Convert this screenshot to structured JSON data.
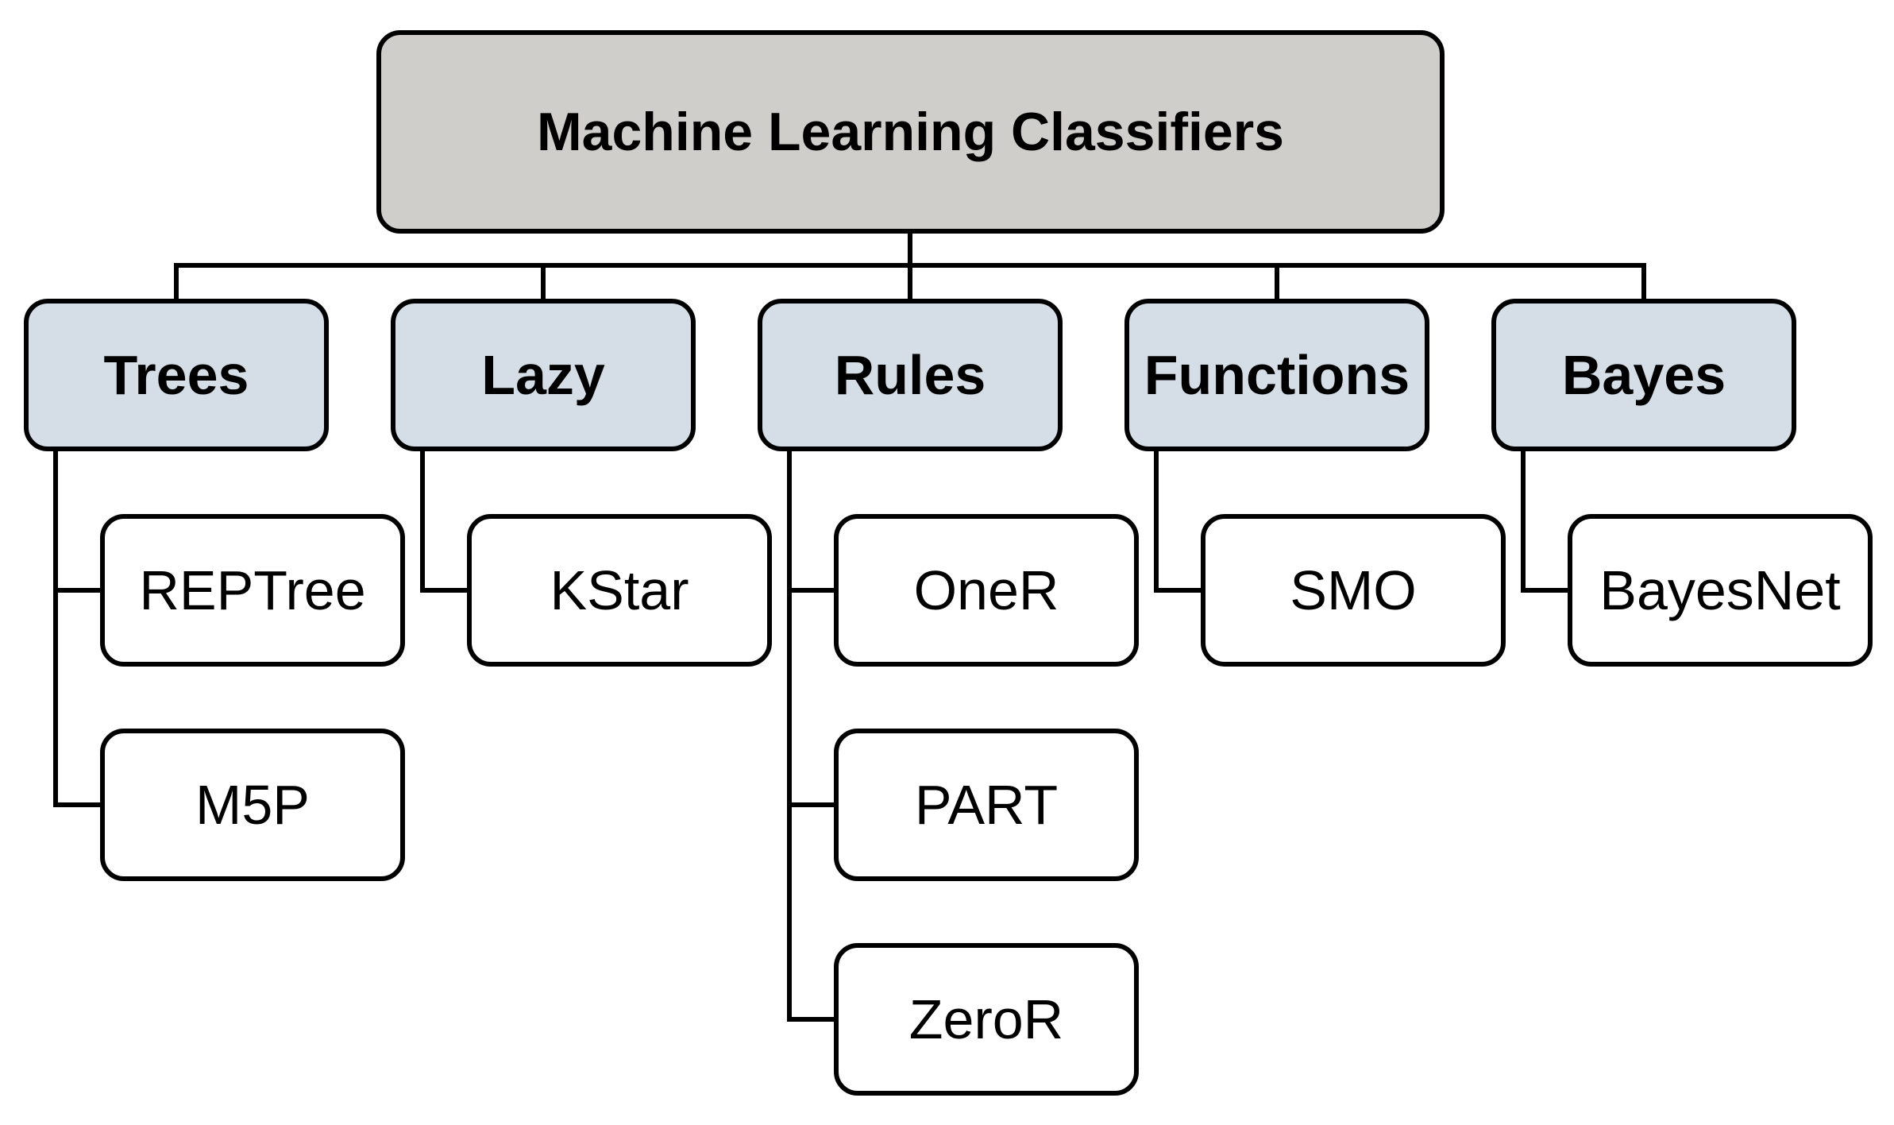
{
  "root": {
    "label": "Machine Learning Classifiers"
  },
  "categories": [
    {
      "label": "Trees",
      "children": [
        "REPTree",
        "M5P"
      ]
    },
    {
      "label": "Lazy",
      "children": [
        "KStar"
      ]
    },
    {
      "label": "Rules",
      "children": [
        "OneR",
        "PART",
        "ZeroR"
      ]
    },
    {
      "label": "Functions",
      "children": [
        "SMO"
      ]
    },
    {
      "label": "Bayes",
      "children": [
        "BayesNet"
      ]
    }
  ],
  "colors": {
    "root_fill": "#d0cecb",
    "category_fill": "#d5dde6",
    "leaf_fill": "#ffffff",
    "stroke": "#000000"
  }
}
